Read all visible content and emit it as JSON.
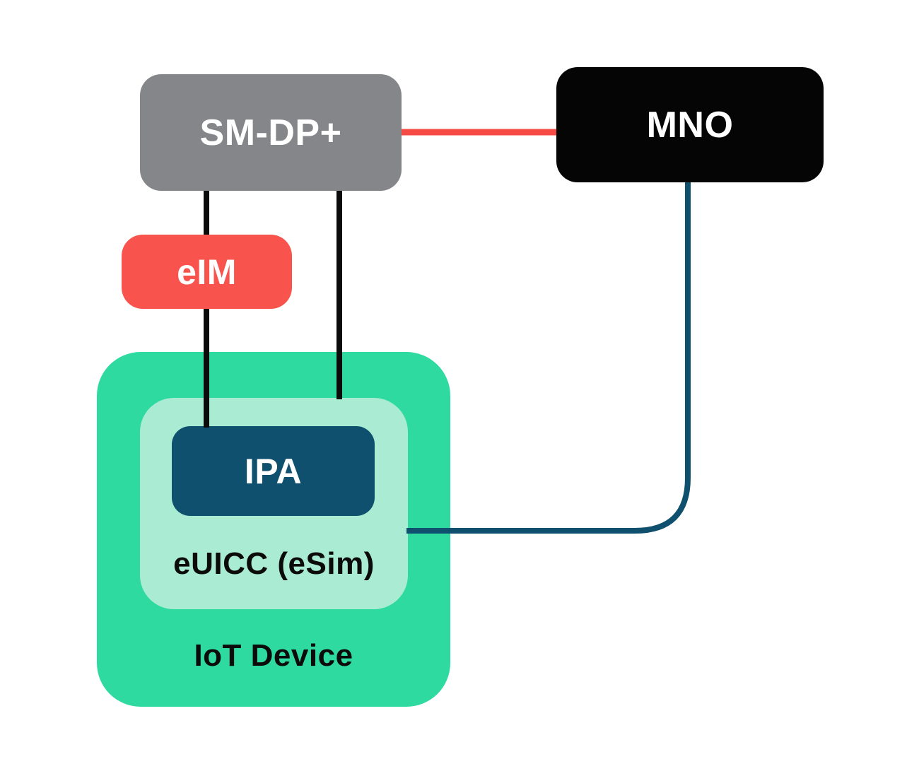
{
  "diagram": {
    "description": "eSIM IoT remote SIM provisioning architecture diagram",
    "nodes": {
      "smdp": {
        "label": "SM-DP+"
      },
      "mno": {
        "label": "MNO"
      },
      "eim": {
        "label": "eIM"
      },
      "ipa": {
        "label": "IPA"
      },
      "euicc": {
        "label": "eUICC (eSim)"
      },
      "iot": {
        "label": "IoT Device"
      }
    },
    "connections": [
      {
        "id": "smdp-mno",
        "from": "SM-DP+",
        "to": "MNO",
        "style": "red-horizontal"
      },
      {
        "id": "smdp-eim-ipa",
        "from": "SM-DP+",
        "to": "IPA",
        "via": "eIM",
        "style": "black-vertical"
      },
      {
        "id": "smdp-euicc",
        "from": "SM-DP+",
        "to": "eUICC (eSim)",
        "style": "black-vertical"
      },
      {
        "id": "mno-euicc",
        "from": "MNO",
        "to": "eUICC (eSim)",
        "style": "blue-elbow"
      }
    ]
  },
  "colors": {
    "bg": "#ffffff",
    "smdp_fill": "#848689",
    "mno_fill": "#050505",
    "eim_fill": "#F8544D",
    "iot_fill": "#2EDAA0",
    "euicc_fill": "#A9EBD3",
    "ipa_fill": "#0E506E",
    "line_black": "#0B0B0B",
    "line_red": "#F64B44",
    "line_blue": "#0E506E",
    "text_light": "#FFFFFF",
    "text_dark": "#0B0B0B"
  }
}
